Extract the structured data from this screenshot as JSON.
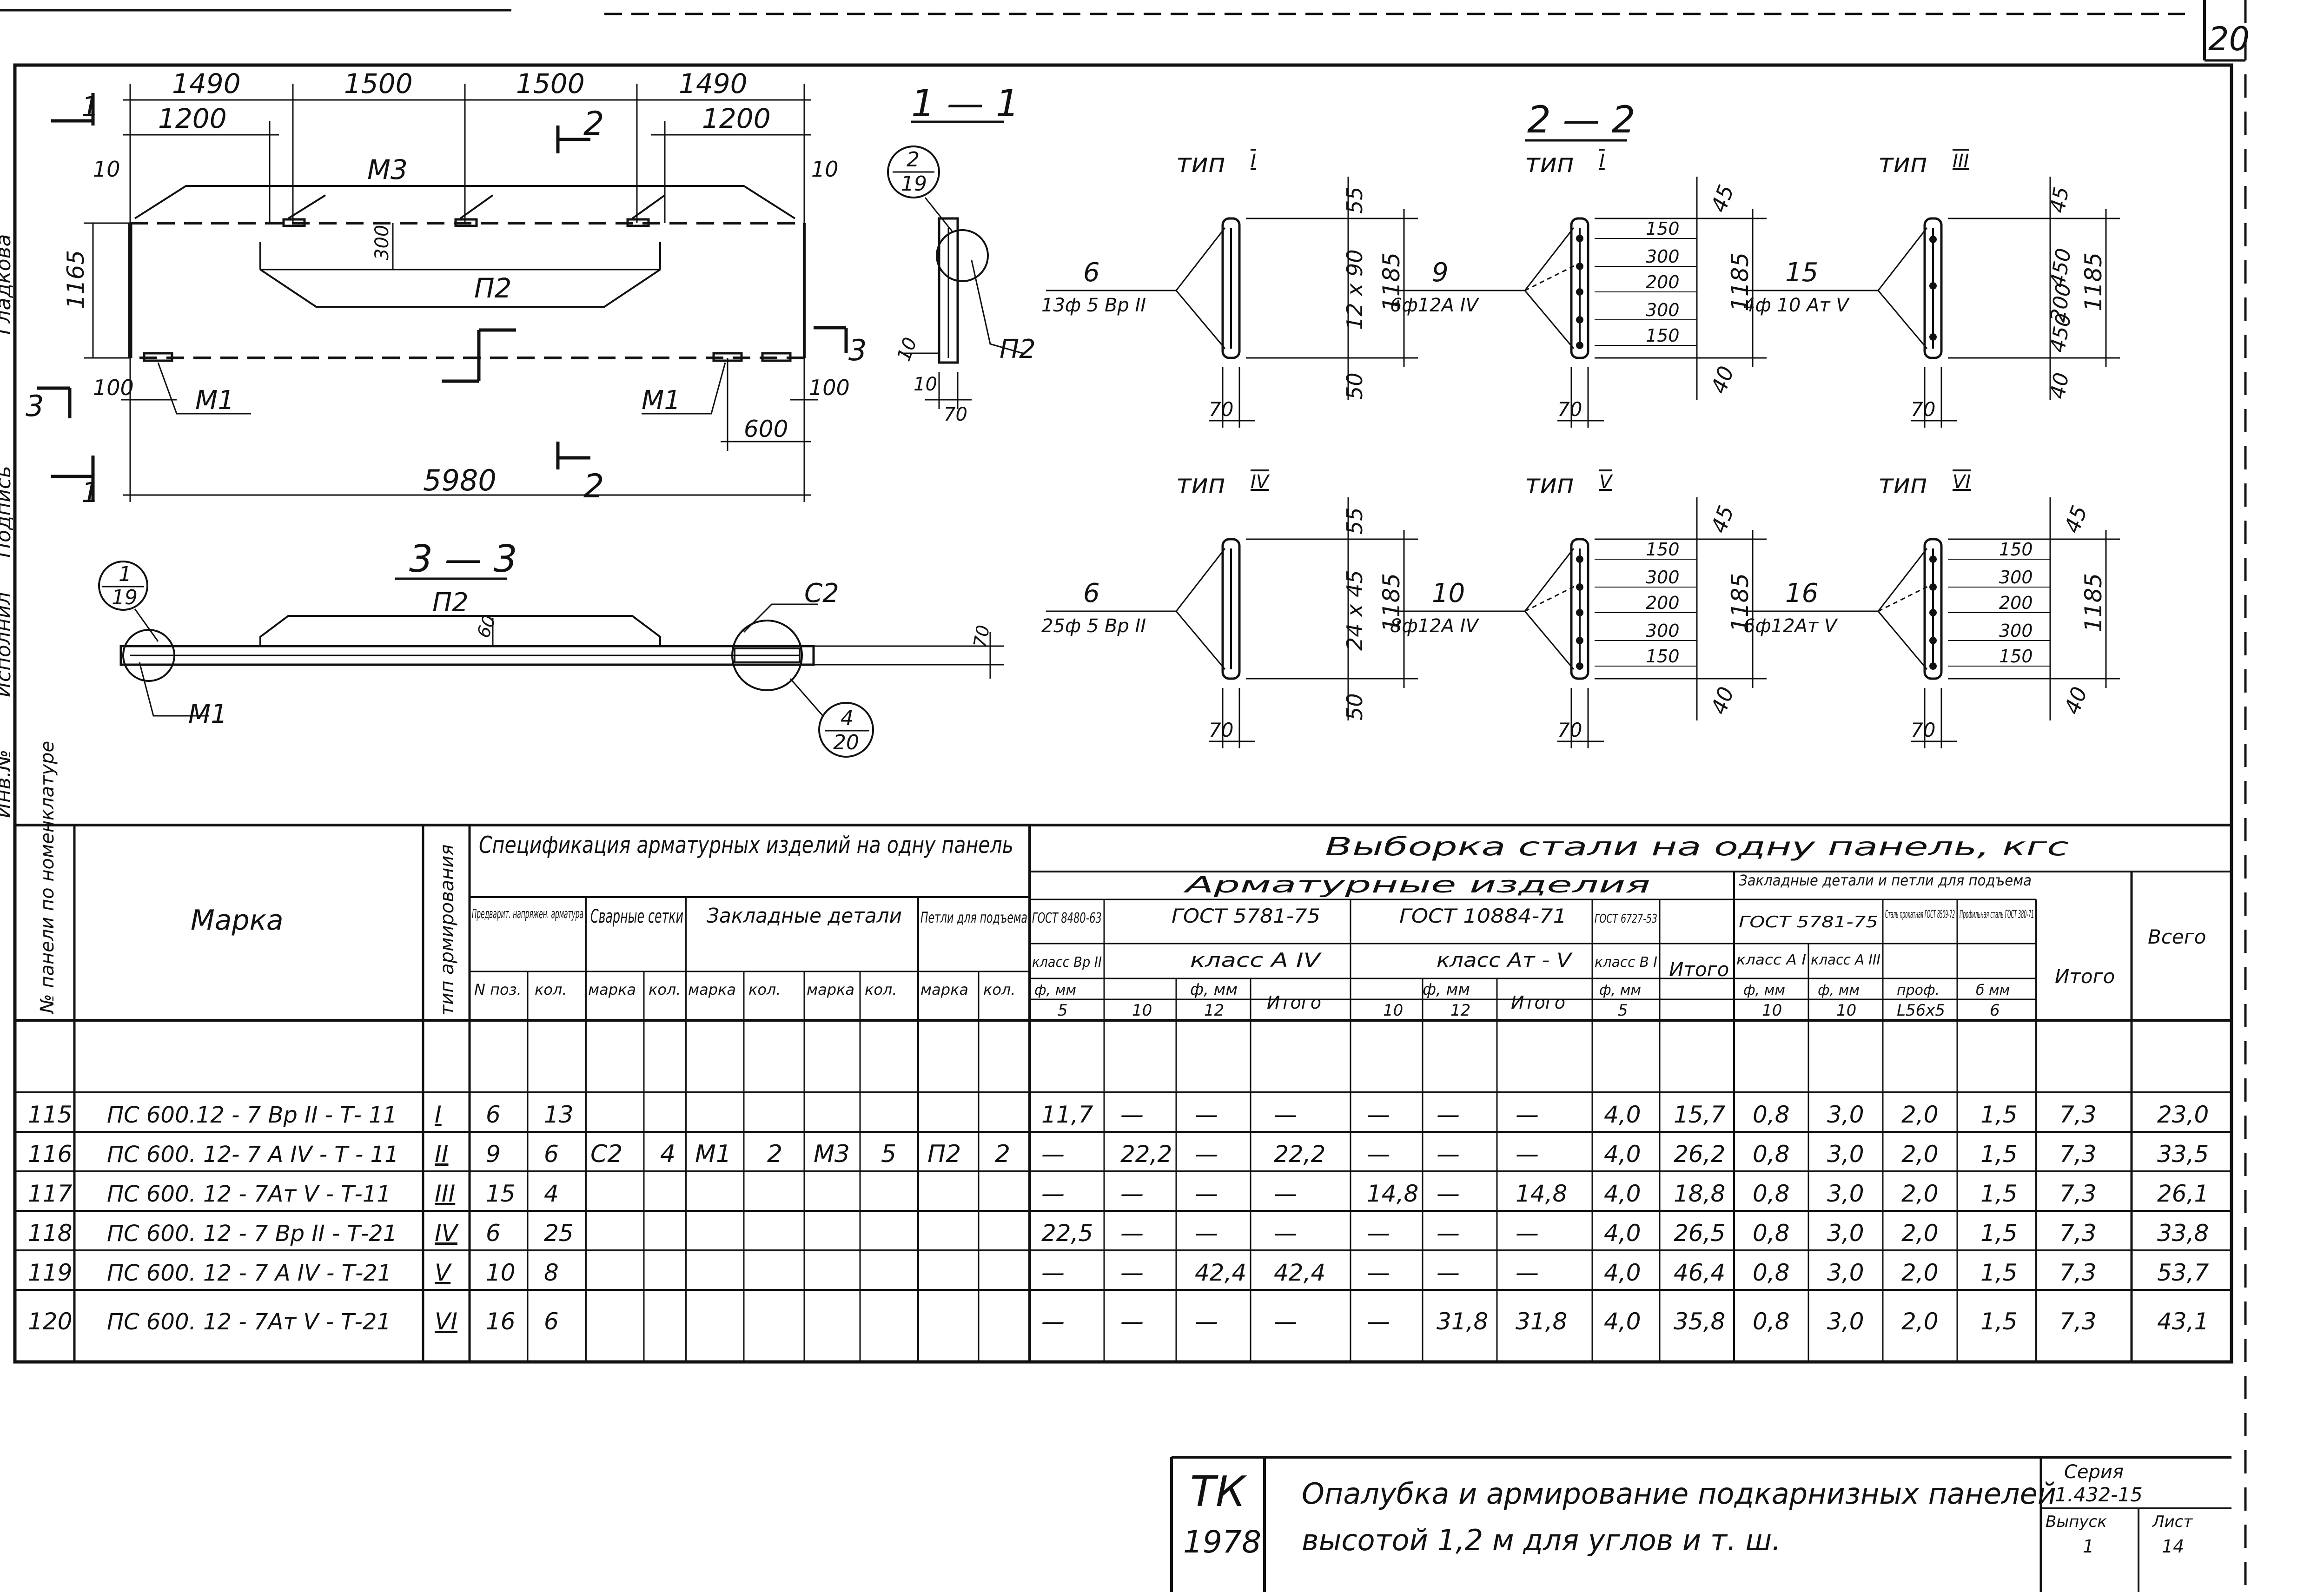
{
  "sheet": {
    "number": "20",
    "side_fragments": [
      "Гладкова",
      "Подпись",
      "Исполнил",
      "Инв.№"
    ]
  },
  "drawings": {
    "plan": {
      "top_dims": [
        "1490",
        "1500",
        "1500",
        "1490"
      ],
      "dims_1200": [
        "1200",
        "1200"
      ],
      "m3": "М3",
      "p2": "П2",
      "height": "1165",
      "h300": "300",
      "m1": "М1",
      "d100_left": "100",
      "d100_right": "100",
      "d600": "600",
      "total": "5980",
      "d10_left": "10",
      "d10_right": "10",
      "sec_1": "1",
      "sec_2": "2",
      "sec_3": "3"
    },
    "section_1_1": {
      "title": "1 — 1",
      "callout_num": "2",
      "callout_den": "19",
      "p2": "П2",
      "d10a": "10",
      "d10b": "10",
      "d70": "70"
    },
    "section_2_2": {
      "title": "2 — 2",
      "types": [
        {
          "label": "тип",
          "roman": "I",
          "pos": "6",
          "bar": "13ф 5 Вр II",
          "dims": [
            "55",
            "12 x 90",
            "50"
          ],
          "height": "1185",
          "bottom": "70",
          "spacings": []
        },
        {
          "label": "тип",
          "roman": "I",
          "pos": "9",
          "bar": "6ф12А IV",
          "dims": [
            "45",
            "40"
          ],
          "height": "1185",
          "bottom": "70",
          "spacings": [
            "150",
            "300",
            "200",
            "300",
            "150"
          ]
        },
        {
          "label": "тип",
          "roman": "III",
          "pos": "15",
          "bar": "4ф 10 Ат V",
          "dims": [
            "45",
            "450",
            "200",
            "450",
            "40"
          ],
          "height": "1185",
          "bottom": "70",
          "spacings": []
        },
        {
          "label": "тип",
          "roman": "IV",
          "pos": "6",
          "bar": "25ф 5 Вр II",
          "dims": [
            "55",
            "24 x 45",
            "50"
          ],
          "height": "1185",
          "bottom": "70",
          "spacings": []
        },
        {
          "label": "тип",
          "roman": "V",
          "pos": "10",
          "bar": "8ф12А IV",
          "dims": [
            "45",
            "40"
          ],
          "height": "1185",
          "bottom": "70",
          "spacings": [
            "150",
            "300",
            "200",
            "300",
            "150"
          ]
        },
        {
          "label": "тип",
          "roman": "VI",
          "pos": "16",
          "bar": "6ф12Ат V",
          "dims": [
            "45",
            "40"
          ],
          "height": "1185",
          "bottom": "70",
          "spacings": [
            "150",
            "300",
            "200",
            "300",
            "150"
          ]
        }
      ]
    },
    "section_3_3": {
      "title": "3 — 3",
      "p2": "П2",
      "c2": "С2",
      "m1": "М1",
      "d60": "60",
      "d70": "70",
      "callout_left_num": "1",
      "callout_left_den": "19",
      "callout_right_num": "4",
      "callout_right_den": "20"
    }
  },
  "table": {
    "h_no": "№ панели по номенклатуре",
    "h_mark": "Марка",
    "h_type": "тип армирования",
    "h_spec": "Спецификация арматурных изделий на одну панель",
    "h_prestress": "Предварит. напряжен. арматура",
    "h_pos": "N поз.",
    "h_kol": "кол.",
    "h_welded": "Сварные сетки",
    "h_embedded": "Закладные детали",
    "h_loops": "Петли для подъема",
    "h_marka": "марка",
    "h_steel": "Выборка стали на одну панель, кгс",
    "h_rebar": "Арматурные изделия",
    "h_gost8480": "ГОСТ 8480-63",
    "h_classBr": "класс Вр II",
    "h_gost5781": "ГОСТ 5781-75",
    "h_classA": "класс А IV",
    "h_gost10884": "ГОСТ 10884-71",
    "h_classAt": "класс Ат - V",
    "h_gost6727": "ГОСТ 6727-53",
    "h_classB": "класс В I",
    "h_itogo": "Итого",
    "h_embed2": "Закладные детали и петли для подъема",
    "h_gost5781b": "ГОСТ 5781-75",
    "h_classAI": "класс А I",
    "h_classAIII": "класс А III",
    "h_profile": "Сталь прокатная ГОСТ 8509-72",
    "h_sheet": "Профильная сталь ГОСТ 380-71",
    "h_total": "Всего",
    "h_phimm": "ф, мм",
    "h_prof": "проф.",
    "h_delta": "б мм",
    "sub_values": [
      "5",
      "10",
      "12",
      "10",
      "12",
      "5",
      "10",
      "10",
      "L56x5",
      "6"
    ],
    "rows": [
      {
        "no": "115",
        "mark": "ПС 600.12 - 7 Вр II - Т- 11",
        "type": "I",
        "pos": "6",
        "kol": "13",
        "br5": "11,7",
        "a10": "—",
        "a12": "—",
        "a_it": "—",
        "at10": "—",
        "at12": "—",
        "at_it": "—",
        "b5": "4,0",
        "it1": "15,7",
        "ai": "0,8",
        "aiii": "3,0",
        "prof": "2,0",
        "sheet": "1,5",
        "it2": "7,3",
        "total": "23,0"
      },
      {
        "no": "116",
        "mark": "ПС 600. 12- 7 А IV - Т - 11",
        "type": "II",
        "pos": "9",
        "kol": "6",
        "br5": "—",
        "a10": "22,2",
        "a12": "—",
        "a_it": "22,2",
        "at10": "—",
        "at12": "—",
        "at_it": "—",
        "b5": "4,0",
        "it1": "26,2",
        "ai": "0,8",
        "aiii": "3,0",
        "prof": "2,0",
        "sheet": "1,5",
        "it2": "7,3",
        "total": "33,5"
      },
      {
        "no": "117",
        "mark": "ПС 600. 12 - 7Ат V - Т-11",
        "type": "III",
        "pos": "15",
        "kol": "4",
        "br5": "—",
        "a10": "—",
        "a12": "—",
        "a_it": "—",
        "at10": "14,8",
        "at12": "—",
        "at_it": "14,8",
        "b5": "4,0",
        "it1": "18,8",
        "ai": "0,8",
        "aiii": "3,0",
        "prof": "2,0",
        "sheet": "1,5",
        "it2": "7,3",
        "total": "26,1"
      },
      {
        "no": "118",
        "mark": "ПС 600. 12 - 7 Вр II - Т-21",
        "type": "IV",
        "pos": "6",
        "kol": "25",
        "br5": "22,5",
        "a10": "—",
        "a12": "—",
        "a_it": "—",
        "at10": "—",
        "at12": "—",
        "at_it": "—",
        "b5": "4,0",
        "it1": "26,5",
        "ai": "0,8",
        "aiii": "3,0",
        "prof": "2,0",
        "sheet": "1,5",
        "it2": "7,3",
        "total": "33,8"
      },
      {
        "no": "119",
        "mark": "ПС 600. 12 - 7 А IV - Т-21",
        "type": "V",
        "pos": "10",
        "kol": "8",
        "br5": "—",
        "a10": "—",
        "a12": "42,4",
        "a_it": "42,4",
        "at10": "—",
        "at12": "—",
        "at_it": "—",
        "b5": "4,0",
        "it1": "46,4",
        "ai": "0,8",
        "aiii": "3,0",
        "prof": "2,0",
        "sheet": "1,5",
        "it2": "7,3",
        "total": "53,7"
      },
      {
        "no": "120",
        "mark": "ПС 600. 12 - 7Ат V - Т-21",
        "type": "VI",
        "pos": "16",
        "kol": "6",
        "br5": "—",
        "a10": "—",
        "a12": "—",
        "a_it": "—",
        "at10": "—",
        "at12": "31,8",
        "at_it": "31,8",
        "b5": "4,0",
        "it1": "35,8",
        "ai": "0,8",
        "aiii": "3,0",
        "prof": "2,0",
        "sheet": "1,5",
        "it2": "7,3",
        "total": "43,1"
      }
    ],
    "shared": {
      "c_mark": "С2",
      "c_kol": "4",
      "m1": "М1",
      "m1_kol": "2",
      "m3": "М3",
      "m3_kol": "5",
      "p2": "П2",
      "p2_kol": "2"
    }
  },
  "title_block": {
    "org": "ТК",
    "year": "1978",
    "title_line1": "Опалубка и армирование подкарнизных панелей",
    "title_line2": "высотой 1,2 м для углов и т. ш.",
    "series_label": "Серия",
    "series_value": "1.432-15",
    "issue_label": "Выпуск",
    "issue_value": "1",
    "sheet_label": "Лист",
    "sheet_value": "14"
  }
}
